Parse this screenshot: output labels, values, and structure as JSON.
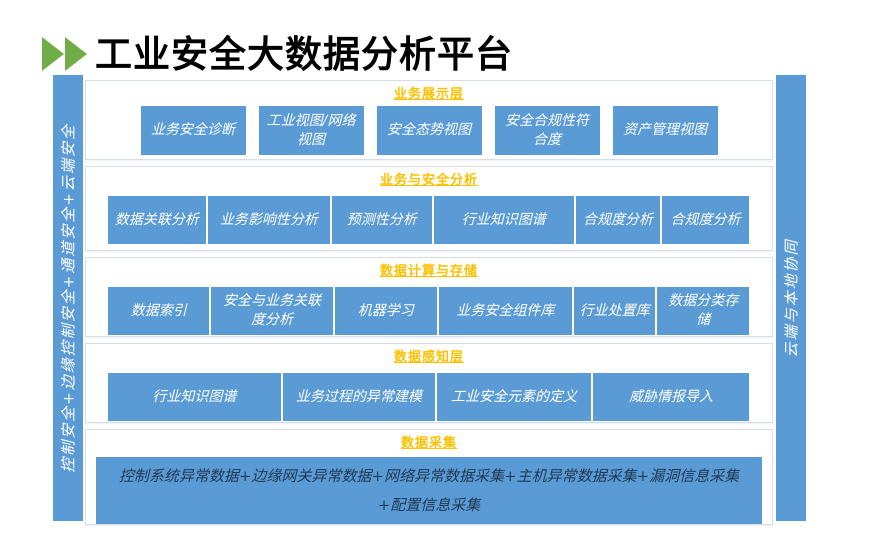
{
  "title": "工业安全大数据分析平台",
  "pillars": {
    "left": "控制安全+边缘控制安全+通道安全+云端安全",
    "right": "云端与本地协同"
  },
  "colors": {
    "box_blue": "#5B9BD5",
    "label_yellow": "#FFC000",
    "arrow_green": "#70AD47",
    "collector_text": "#203A54"
  },
  "icons": {
    "title_marker": "double-right-arrow"
  },
  "layers": [
    {
      "id": "business-display",
      "label": "业务展示层",
      "boxes": [
        "业务安全诊断",
        "工业视图/网络视图",
        "安全态势视图",
        "安全合规性符合度",
        "资产管理视图"
      ]
    },
    {
      "id": "business-security-analysis",
      "label": "业务与安全分析",
      "boxes": [
        "数据关联分析",
        "业务影响性分析",
        "预测性分析",
        "行业知识图谱",
        "合规度分析",
        "合规度分析"
      ]
    },
    {
      "id": "data-compute-storage",
      "label": "数据计算与存储",
      "boxes": [
        "数据索引",
        "安全与业务关联度分析",
        "机器学习",
        "业务安全组件库",
        "行业处置库",
        "数据分类存储"
      ]
    },
    {
      "id": "data-perception",
      "label": "数据感知层",
      "boxes": [
        "行业知识图谱",
        "业务过程的异常建模",
        "工业安全元素的定义",
        "威胁情报导入"
      ]
    },
    {
      "id": "data-collection",
      "label": "数据采集",
      "boxes": [
        "控制系统异常数据+边缘网关异常数据+网络异常数据采集+主机异常数据采集+漏洞信息采集+配置信息采集"
      ]
    }
  ]
}
